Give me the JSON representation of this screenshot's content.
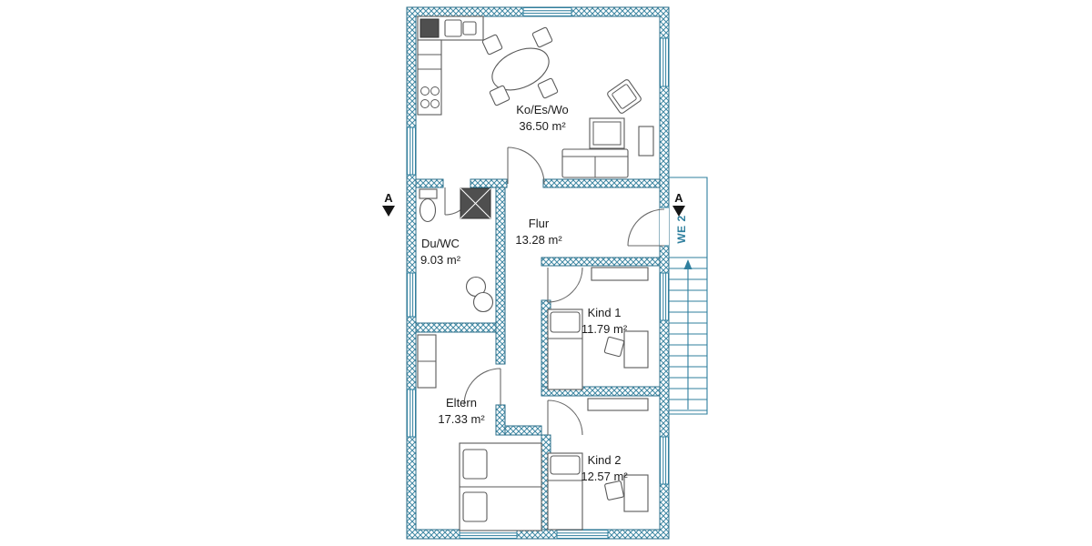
{
  "plan": {
    "rooms": [
      {
        "id": "koeswo",
        "name": "Ko/Es/Wo",
        "area": "36.50 m²"
      },
      {
        "id": "duwc",
        "name": "Du/WC",
        "area": "9.03 m²"
      },
      {
        "id": "flur",
        "name": "Flur",
        "area": "13.28 m²"
      },
      {
        "id": "kind1",
        "name": "Kind 1",
        "area": "11.79 m²"
      },
      {
        "id": "eltern",
        "name": "Eltern",
        "area": "17.33 m²"
      },
      {
        "id": "kind2",
        "name": "Kind 2",
        "area": "12.57 m²"
      }
    ],
    "section_markers": {
      "left": "A",
      "right": "A"
    },
    "unit_label": "WE 2",
    "colors": {
      "wall_teal": "#3e87a3",
      "wall_outline": "#2a6e88",
      "stair_teal": "#2f7f9e",
      "furniture_gray": "#5a5a5a",
      "label_text": "#1c1c1c"
    }
  }
}
